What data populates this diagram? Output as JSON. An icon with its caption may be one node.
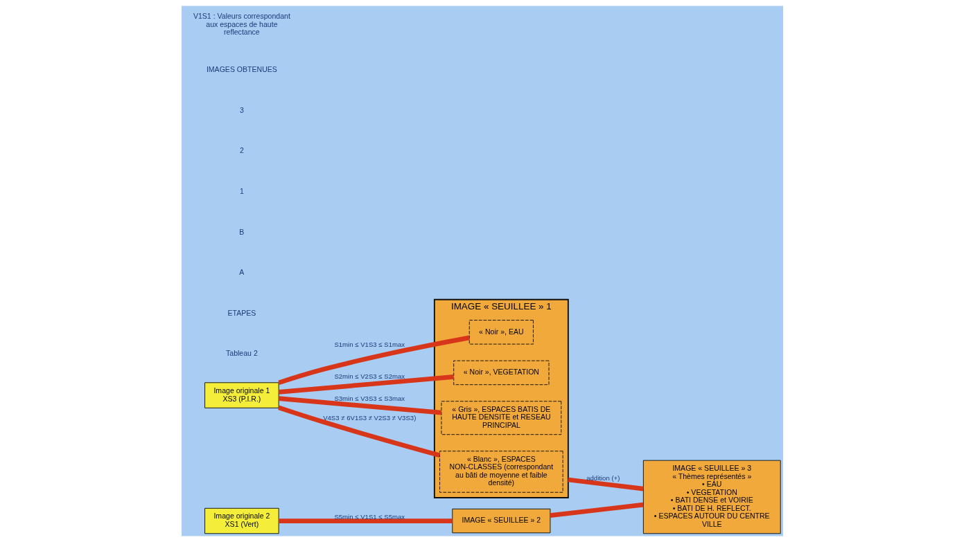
{
  "diagram": {
    "nodes": [
      {
        "text": [
          "Image originale 1",
          "XS3 (P.I.R.)"
        ]
      },
      {
        "text": [
          "IMAGE « SEUILLEE » 1"
        ]
      },
      {
        "text": [
          "« Noir », EAU"
        ],
        "in": 1
      },
      {
        "text": [
          "« Noir », VEGETATION"
        ],
        "in": 1
      },
      {
        "text": [
          "« Gris », ESPACES BATIS DE HAUTE DENSITE et RESEAU PRINCIPAL"
        ],
        "in": 1
      },
      {
        "text": [
          "« Blanc », ESPACES NON-CLASSES (correspondant au bâti de moyenne et faible densité)"
        ],
        "in": 1
      },
      {
        "text": [
          "Image originale 2",
          "XS1 (Vert)"
        ]
      },
      {
        "text": [
          "IMAGE « SEUILLEE » 2"
        ]
      },
      {
        "text": [
          "IMAGE « SEUILLEE » 3",
          "« Thèmes représentés »",
          "• EAU",
          "• VEGETATION",
          "• BATI DENSE et VOIRIE",
          "• BATI DE H. REFLECT.",
          "• ESPACES AUTOUR DU CENTRE VILLE"
        ]
      }
    ],
    "edges": [
      {
        "from": 0,
        "to": 2,
        "arrow": "none",
        "label": "S1min ≤ V1S3 ≤ S1max"
      },
      {
        "from": 0,
        "to": 3,
        "arrow": "none",
        "label": "S2min ≤ V2S3 ≤ S2max"
      },
      {
        "from": 0,
        "to": 4,
        "arrow": "none",
        "label": "S3min ≤ V3S3 ≤ S3max"
      },
      {
        "from": 0,
        "to": 5,
        "arrow": "none",
        "label": "V4S3 ≠ 6V1S3 ≠ V2S3 ≠ V3S3)"
      },
      {
        "from": 6,
        "to": 7,
        "arrow": "none",
        "label": "S5min ≤ V1S1 ≤ S5max"
      },
      {
        "from": 1,
        "to": 8,
        "arrow": "none",
        "label": "addition (+)"
      },
      {
        "from": 7,
        "to": 8,
        "arrow": "none"
      }
    ],
    "labels": [
      "Tableau 2",
      "ETAPES",
      "A",
      "B",
      "1",
      "2",
      "3",
      "IMAGES OBTENUES",
      "V1S1 : Valeurs correspondant aux espaces de haute reflectance"
    ]
  }
}
